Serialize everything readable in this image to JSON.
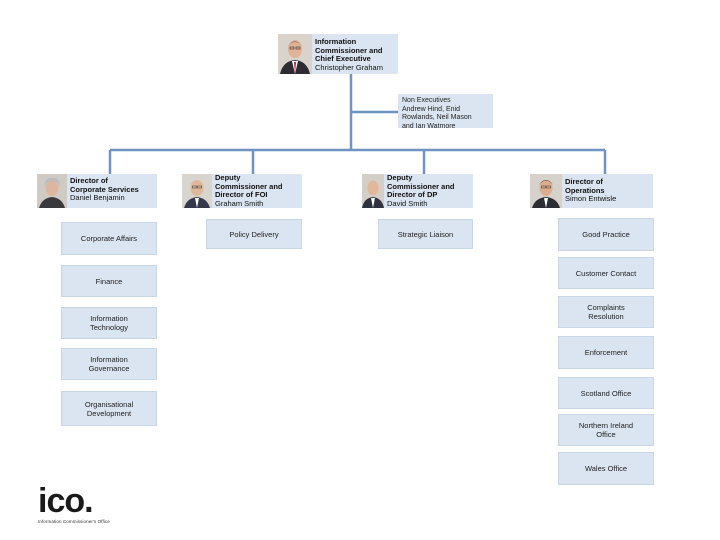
{
  "chief": {
    "role": "Information\nCommissioner and\nChief Executive",
    "name": "Christopher Graham"
  },
  "non_executives": "Non Executives\nAndrew Hind, Enid\nRowlands, Neil Mason\nand Ian Watmore",
  "directors": [
    {
      "role": "Director of\nCorporate Services",
      "name": "Daniel Benjamin"
    },
    {
      "role": "Deputy\nCommissioner and\nDirector of FOI",
      "name": "Graham Smith"
    },
    {
      "role": "Deputy\nCommissioner and\nDirector of DP",
      "name": "David Smith"
    },
    {
      "role": "Director of\nOperations",
      "name": "Simon Entwisle"
    }
  ],
  "corporate_units": [
    "Corporate Affairs",
    "Finance",
    "Information\nTechnology",
    "Information\nGovernance",
    "Organisational\nDevelopment"
  ],
  "foi_units": [
    "Policy Delivery"
  ],
  "dp_units": [
    "Strategic Liaison"
  ],
  "operations_units": [
    "Good Practice",
    "Customer Contact",
    "Complaints\nResolution",
    "Enforcement",
    "Scotland Office",
    "Northern Ireland\nOffice",
    "Wales Office"
  ],
  "logo": {
    "wordmark": "ico.",
    "tagline": "Information Commissioner's Office"
  },
  "colors": {
    "box_fill": "#dbe5f1",
    "connector": "#6f94c4"
  }
}
